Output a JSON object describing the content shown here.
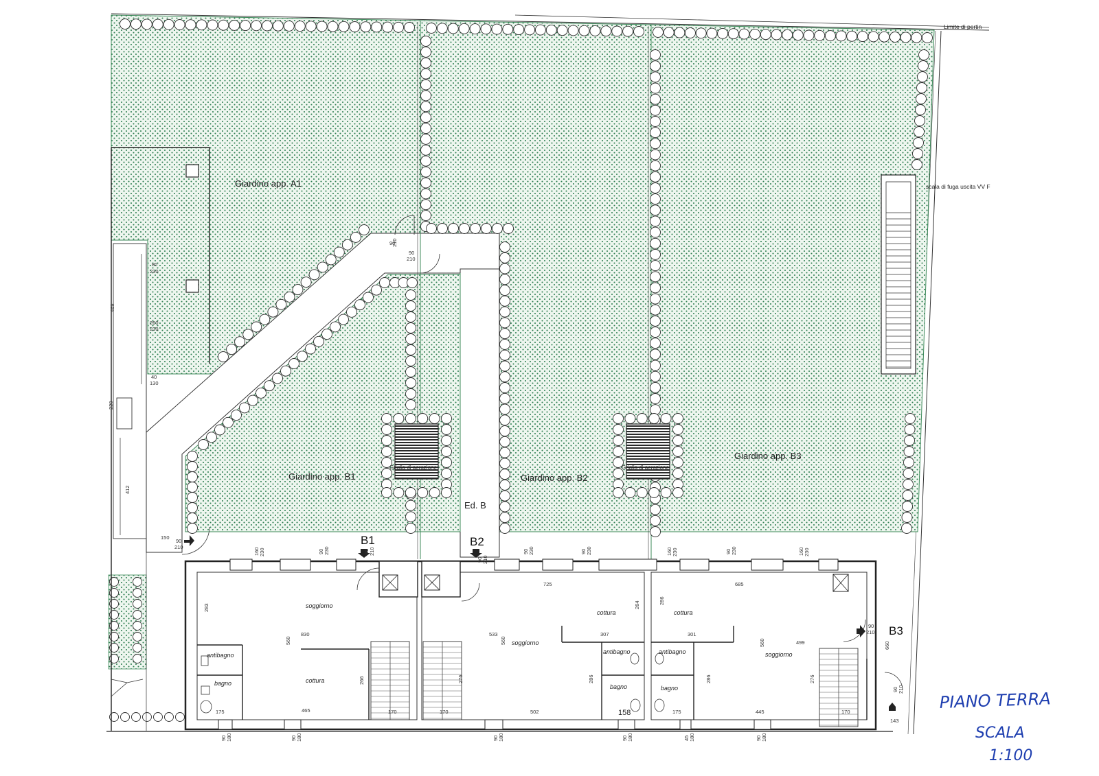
{
  "sheet": {
    "boundary_note": "Limite di pertin",
    "stair_note": "scala di fuga uscita VV F",
    "building_label": "Ed. B",
    "handwritten_title": "PIANO TERRA",
    "handwritten_scale_word": "SCALA",
    "handwritten_scale_value": "1:100"
  },
  "gardens": {
    "a1": "Giardino app. A1",
    "b1": "Giardino app. B1",
    "b2": "Giardino app. B2",
    "b3": "Giardino app. B3"
  },
  "grates": {
    "left": "Griglia di aerazione",
    "right": "Griglia di aerazione"
  },
  "units": {
    "b1": "B1",
    "b2": "B2",
    "b3": "B3"
  },
  "rooms": {
    "b1_living": "soggiorno",
    "b1_kitchen": "cottura",
    "b1_antibath": "antibagno",
    "b1_bath": "bagno",
    "b2_living": "soggiorno",
    "b2_kitchen": "cottura",
    "b2_antibath": "antibagno",
    "b2_bath": "bagno",
    "b3_living": "soggiorno",
    "b3_kitchen": "cottura",
    "b3_antibath": "antibagno",
    "b3_bath": "bagno"
  },
  "dimensions": {
    "door_top_a_w": "90",
    "door_top_a_h": "210",
    "door_top_b_w": "90",
    "door_top_b_h": "210",
    "side_80": "80",
    "side_230a": "230",
    "side_260": "260",
    "side_230b": "230",
    "side_40": "40",
    "side_130": "130",
    "side_220": "220",
    "side_469": "469",
    "side_412": "412",
    "left_150": "150",
    "left_90": "90",
    "left_210": "210",
    "win1_w": "160",
    "win1_h": "230",
    "win2_w": "90",
    "win2_h": "230",
    "b1_door_w": "90",
    "b1_door_h": "210",
    "b2_door_w": "90",
    "b2_door_h": "210",
    "win3_w": "90",
    "win3_h": "230",
    "win4_w": "90",
    "win4_h": "230",
    "win5_w": "160",
    "win5_h": "230",
    "win6_w": "90",
    "win6_h": "230",
    "win7_w": "160",
    "win7_h": "230",
    "d_725": "725",
    "d_685": "685",
    "d_283": "283",
    "d_830": "830",
    "d_560a": "560",
    "d_266": "266",
    "d_465": "465",
    "d_175a": "175",
    "d_170a": "170",
    "d_170b": "170",
    "d_533": "533",
    "d_560b": "560",
    "d_276a": "276",
    "d_502": "502",
    "d_307": "307",
    "d_264": "264",
    "d_286a": "286",
    "d_158": "158",
    "d_301": "301",
    "d_286b": "286",
    "d_175b": "175",
    "d_560c": "560",
    "d_499": "499",
    "d_276b": "276",
    "d_445": "445",
    "d_660": "660",
    "d_143": "143",
    "d_170c": "170",
    "b3_door_w": "90",
    "b3_door_h": "210",
    "b3_side_w": "90",
    "b3_side_h": "210",
    "bottom_1_w": "90",
    "bottom_1_h": "180",
    "bottom_2_w": "90",
    "bottom_2_h": "180",
    "bottom_3_w": "90",
    "bottom_3_h": "180",
    "bottom_4_w": "90",
    "bottom_4_h": "180",
    "bottom_5_w": "45",
    "bottom_5_h": "180",
    "bottom_6_w": "90",
    "bottom_6_h": "180",
    "b2_top_w": "90",
    "b2_top_h": "210"
  },
  "colors": {
    "garden_fill": "#eef6ef",
    "garden_dot": "#2f7f52",
    "garden_line": "#3d8a5a",
    "handwriting": "#1f3fb0"
  }
}
